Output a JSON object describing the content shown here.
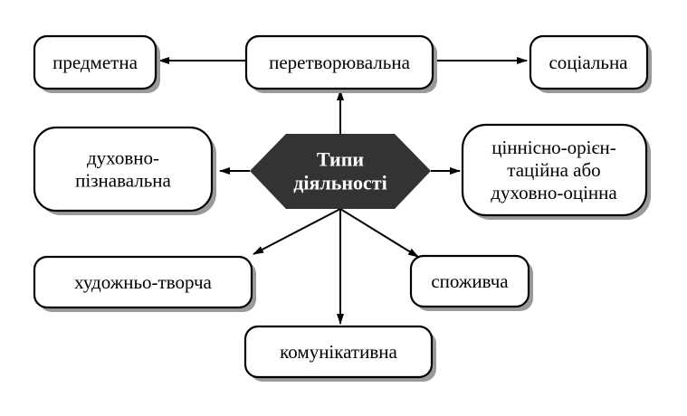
{
  "center": {
    "lines": [
      "Типи",
      "діяльності"
    ]
  },
  "nodes": [
    {
      "id": "predmetna",
      "lines": [
        "предметна"
      ]
    },
    {
      "id": "peretvoryuvalna",
      "lines": [
        "перетворювальна"
      ]
    },
    {
      "id": "sotsialna",
      "lines": [
        "соціальна"
      ]
    },
    {
      "id": "dukhovno-piznavalna",
      "lines": [
        "духовно-",
        "пізнавальна"
      ]
    },
    {
      "id": "tsinnisno-oriientatsiina",
      "lines": [
        "ціннісно-орієн-",
        "таційна або",
        "духовно-оцінна"
      ]
    },
    {
      "id": "khudozhno-tvorcha",
      "lines": [
        "художньо-творча"
      ]
    },
    {
      "id": "spozhyvcha",
      "lines": [
        "споживча"
      ]
    },
    {
      "id": "komunikatyvna",
      "lines": [
        "комунікативна"
      ]
    }
  ],
  "colors": {
    "center_fill": "#333333",
    "center_text": "#ffffff",
    "box_fill": "#ffffff",
    "shadow": "#9a9a9a",
    "line": "#000000"
  }
}
